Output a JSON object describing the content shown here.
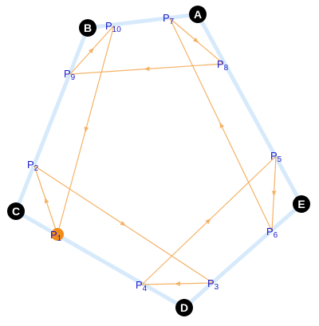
{
  "colors": {
    "outline": "#d7eafb",
    "edge": "#f4b266",
    "label": "#1a1acc",
    "corner_fill": "#000000",
    "corner_text": "#ffffff",
    "highlight": "#f28b1a"
  },
  "corners": [
    {
      "id": "A",
      "label": "A"
    },
    {
      "id": "B",
      "label": "B"
    },
    {
      "id": "C",
      "label": "C"
    },
    {
      "id": "D",
      "label": "D"
    },
    {
      "id": "E",
      "label": "E"
    }
  ],
  "points": [
    {
      "id": "P1",
      "letter": "P",
      "index": "1",
      "highlighted": true
    },
    {
      "id": "P2",
      "letter": "P",
      "index": "2"
    },
    {
      "id": "P3",
      "letter": "P",
      "index": "3"
    },
    {
      "id": "P4",
      "letter": "P",
      "index": "4"
    },
    {
      "id": "P5",
      "letter": "P",
      "index": "5"
    },
    {
      "id": "P6",
      "letter": "P",
      "index": "6"
    },
    {
      "id": "P7",
      "letter": "P",
      "index": "7"
    },
    {
      "id": "P8",
      "letter": "P",
      "index": "8"
    },
    {
      "id": "P9",
      "letter": "P",
      "index": "9"
    },
    {
      "id": "P10",
      "letter": "P",
      "index": "10"
    }
  ],
  "edges": [
    {
      "from": "P1",
      "to": "P2"
    },
    {
      "from": "P2",
      "to": "P3"
    },
    {
      "from": "P3",
      "to": "P4"
    },
    {
      "from": "P4",
      "to": "P5"
    },
    {
      "from": "P5",
      "to": "P6"
    },
    {
      "from": "P6",
      "to": "P7"
    },
    {
      "from": "P7",
      "to": "P8"
    },
    {
      "from": "P8",
      "to": "P9"
    },
    {
      "from": "P9",
      "to": "P10"
    },
    {
      "from": "P10",
      "to": "P1"
    }
  ],
  "outline": [
    "A",
    "E",
    "D",
    "C",
    "B"
  ]
}
